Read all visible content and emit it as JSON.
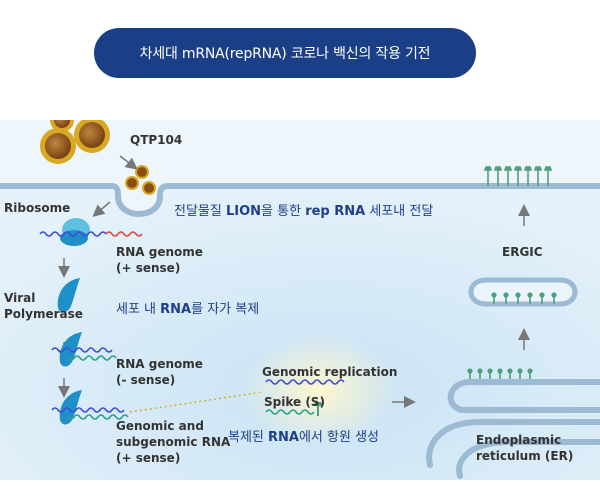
{
  "title": "차세대 mRNA(repRNA) 코로나 백신의 작용 기전",
  "labels": {
    "qtp": "QTP104",
    "ribosome": "Ribosome",
    "rna_genome_plus_1": "RNA genome",
    "rna_genome_plus_2": "(+ sense)",
    "viral_polymerase_1": "Viral",
    "viral_polymerase_2": "Polymerase",
    "rna_genome_minus_1": "RNA genome",
    "rna_genome_minus_2": "(- sense)",
    "genomic_sub_1": "Genomic and",
    "genomic_sub_2": "subgenomic RNA",
    "genomic_sub_3": "(+ sense)",
    "genomic_replication": "Genomic replication",
    "spike": "Spike (S)",
    "ergic": "ERGIC",
    "er_1": "Endoplasmic",
    "er_2": "reticulum (ER)"
  },
  "captions": {
    "delivery_pre": "전달물질 ",
    "delivery_hl": "LION",
    "delivery_mid": "을 통한 ",
    "delivery_hl2": "rep RNA",
    "delivery_post": " 세포내 전달",
    "replicate_pre": "세포 내 ",
    "replicate_hl": "RNA",
    "replicate_post": "를 자가 복제",
    "antigen_pre": "복제된 ",
    "antigen_hl": "RNA",
    "antigen_post": "에서 항원 생성"
  },
  "colors": {
    "title_bg": "#1b3f86",
    "caption_blue": "#1e3f8c",
    "cell_fill": "#d7ebf7",
    "membrane": "#9dbad4",
    "polymerase": "#1f8fc8",
    "rna_blue": "#3d4fd6",
    "rna_red": "#e0473f",
    "rna_green": "#2aa38a",
    "spike_green": "#4f9e7e",
    "particle_gold": "#d9a823",
    "particle_brown": "#8a4d16"
  },
  "icons": [
    "lipid-nanoparticle-icon",
    "ribosome-icon",
    "polymerase-icon",
    "spike-protein-icon",
    "arrow-icon"
  ]
}
